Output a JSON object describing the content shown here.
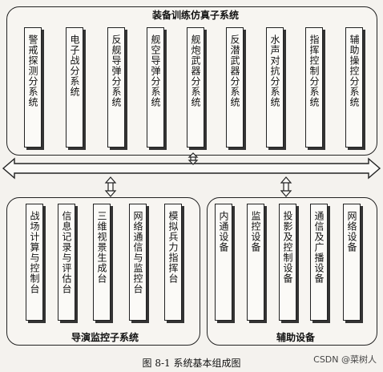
{
  "top_group": {
    "title": "装备训练仿真子系统",
    "subsystems": [
      "警戒探测分系统",
      "电子战分系统",
      "反舰导弹分系统",
      "舰空导弹分系统",
      "舰炮武器分系统",
      "反潜武器分系统",
      "水声对抗分系统",
      "指挥控制分系统",
      "辅助操控分系统"
    ]
  },
  "bottom_left_group": {
    "title": "导演监控子系统",
    "subsystems": [
      "战场计算与控制台",
      "信息记录与评估台",
      "三维视景生成台",
      "网络通信与监控台",
      "模拟兵力指挥台"
    ]
  },
  "bottom_right_group": {
    "title": "辅助设备",
    "subsystems": [
      "内通设备",
      "监控设备",
      "投影及控制设备",
      "通信及广播设备",
      "网络设备"
    ]
  },
  "caption": "图 8-1    系统基本组成图",
  "watermark": "CSDN @菜树人"
}
